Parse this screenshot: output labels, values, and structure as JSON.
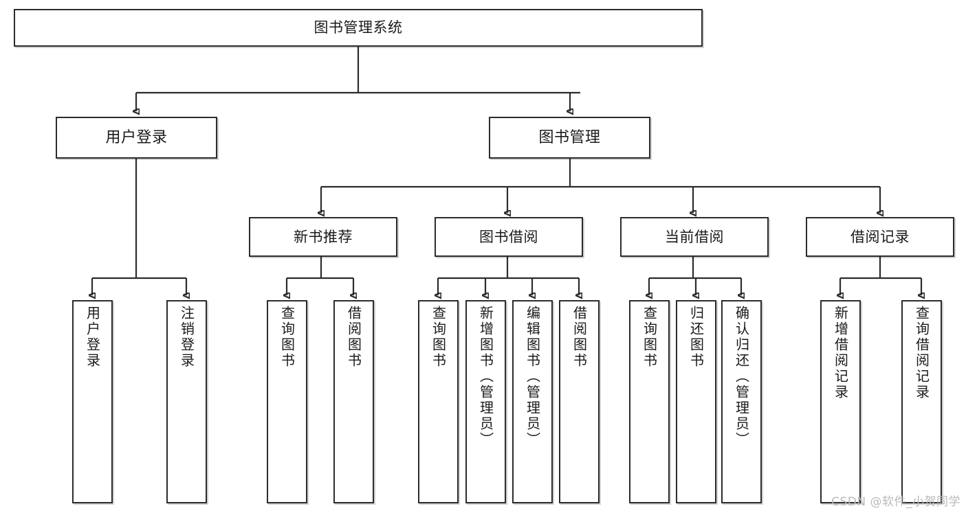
{
  "diagram": {
    "type": "tree",
    "title": "图书管理系统",
    "watermark": "CSDN @软件_小贺同学",
    "colors": {
      "box_border": "#2b2b2b",
      "box_fill": "#ffffff",
      "link": "#2b2b2b",
      "text": "#1a1a1a",
      "watermark": "#b9b9b9"
    },
    "nodes": {
      "root": {
        "label": "图书管理系统"
      },
      "level1": [
        {
          "label": "用户登录"
        },
        {
          "label": "图书管理"
        }
      ],
      "level2": [
        {
          "label": "新书推荐"
        },
        {
          "label": "图书借阅"
        },
        {
          "label": "当前借阅"
        },
        {
          "label": "借阅记录"
        }
      ],
      "leaves": {
        "user_login": [
          {
            "label": "用户登录"
          },
          {
            "label": "注销登录"
          }
        ],
        "new_book": [
          {
            "label": "查询图书"
          },
          {
            "label": "借阅图书"
          }
        ],
        "book_borrow": [
          {
            "label": "查询图书"
          },
          {
            "label": "新增图书（管理员）"
          },
          {
            "label": "编辑图书（管理员）"
          },
          {
            "label": "借阅图书"
          }
        ],
        "current_borrow": [
          {
            "label": "查询图书"
          },
          {
            "label": "归还图书"
          },
          {
            "label": "确认归还（管理员）"
          }
        ],
        "borrow_record": [
          {
            "label": "新增借阅记录"
          },
          {
            "label": "查询借阅记录"
          }
        ]
      }
    }
  }
}
